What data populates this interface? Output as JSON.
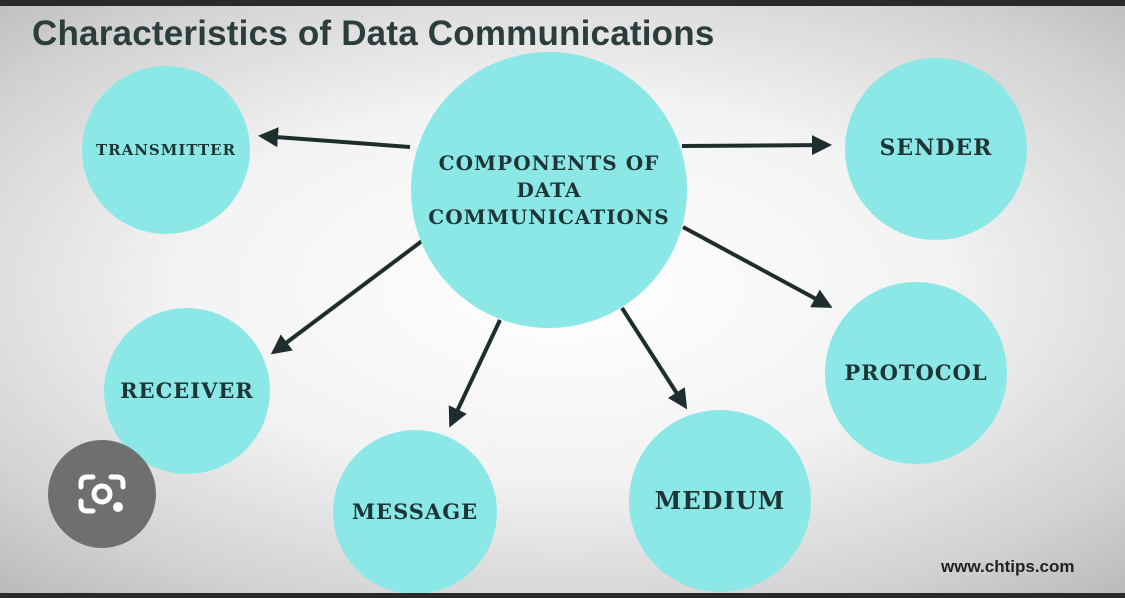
{
  "title": "Characteristics of Data Communications",
  "center": {
    "label": "COMPONENTS OF DATA COMMUNICATIONS"
  },
  "nodes": {
    "transmitter": "TRANSMITTER",
    "sender": "SENDER",
    "receiver": "RECEIVER",
    "message": "MESSAGE",
    "medium": "MEDIUM",
    "protocol": "PROTOCOL"
  },
  "watermark": "www.chtips.com",
  "overlay": {
    "icon": "visual-search-lens-icon"
  },
  "colors": {
    "node": "#8be8e7",
    "text": "#1f3535",
    "arrow": "#1e2e2e",
    "title": "#2b3d3d"
  }
}
